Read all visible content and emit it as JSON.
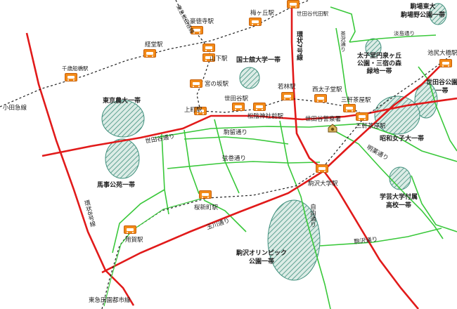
{
  "map": {
    "colors": {
      "main_road": "#e11a1a",
      "local_road": "#39c83a",
      "railway": "#222222",
      "station": "#f28a18",
      "park_fill": "#3f8f7c",
      "park_bg": "#dcece6"
    },
    "rail_lines": {
      "odakyu": "小田急線",
      "denentoshi": "東急田園都市線",
      "setagaya_line": "東急世田谷線"
    },
    "roads": {
      "kanjo7": "環状7号線",
      "kanjo8": "環状8号線",
      "setagaya_dori": "世田谷通り",
      "komadome": "駒留通り",
      "jamaki": "弦巻通り",
      "tamagawa": "玉川通り",
      "jiyu": "自由通り",
      "komazawa": "駒沢通り",
      "meiyaku": "明薬通り",
      "awashima": "淡島通り",
      "chazawa": "茶沢通り"
    },
    "stations": {
      "chitose_funabashi": "千歳船橋駅",
      "kyodo": "経堂駅",
      "gotokuji": "豪徳寺駅",
      "umegaoka": "梅ヶ丘駅",
      "setagaya_daita": "世田谷代田駅",
      "yamashita": "山下駅",
      "miyanosaka": "宮の坂駅",
      "kamimachi": "上町駅",
      "setagaya": "世田谷駅",
      "shoin_jinja": "松陰神社前駅",
      "wakabayashi": "若林駅",
      "nishitaishido": "西太子堂駅",
      "sangenjaya_setagaya": "三軒茶屋駅",
      "sangenjaya_den": "三軒茶屋駅",
      "ikejiri": "池尻大橋駅",
      "komazawa_daigaku": "駒沢大学駅",
      "sakurashinmachi": "桜新町駅",
      "yoga": "用賀駅"
    },
    "places": {
      "komaba": "駒場東大\n駒場野公園一帯",
      "taishido": "太子堂円泉ヶ丘\n公園・三宿の森\n緑地一帯",
      "kokushikan": "国士舘大学一帯",
      "setagaya_koen": "世田谷公園\n一帯",
      "tokyo_nodai": "東京農大一帯",
      "showa_joshi": "昭和女子大一帯",
      "bajikoen": "馬事公苑一帯",
      "gakugei": "学芸大学付属\n高校一帯",
      "olympic": "駒沢オリンピック\n公園一帯",
      "police": "世田谷警察署"
    }
  }
}
